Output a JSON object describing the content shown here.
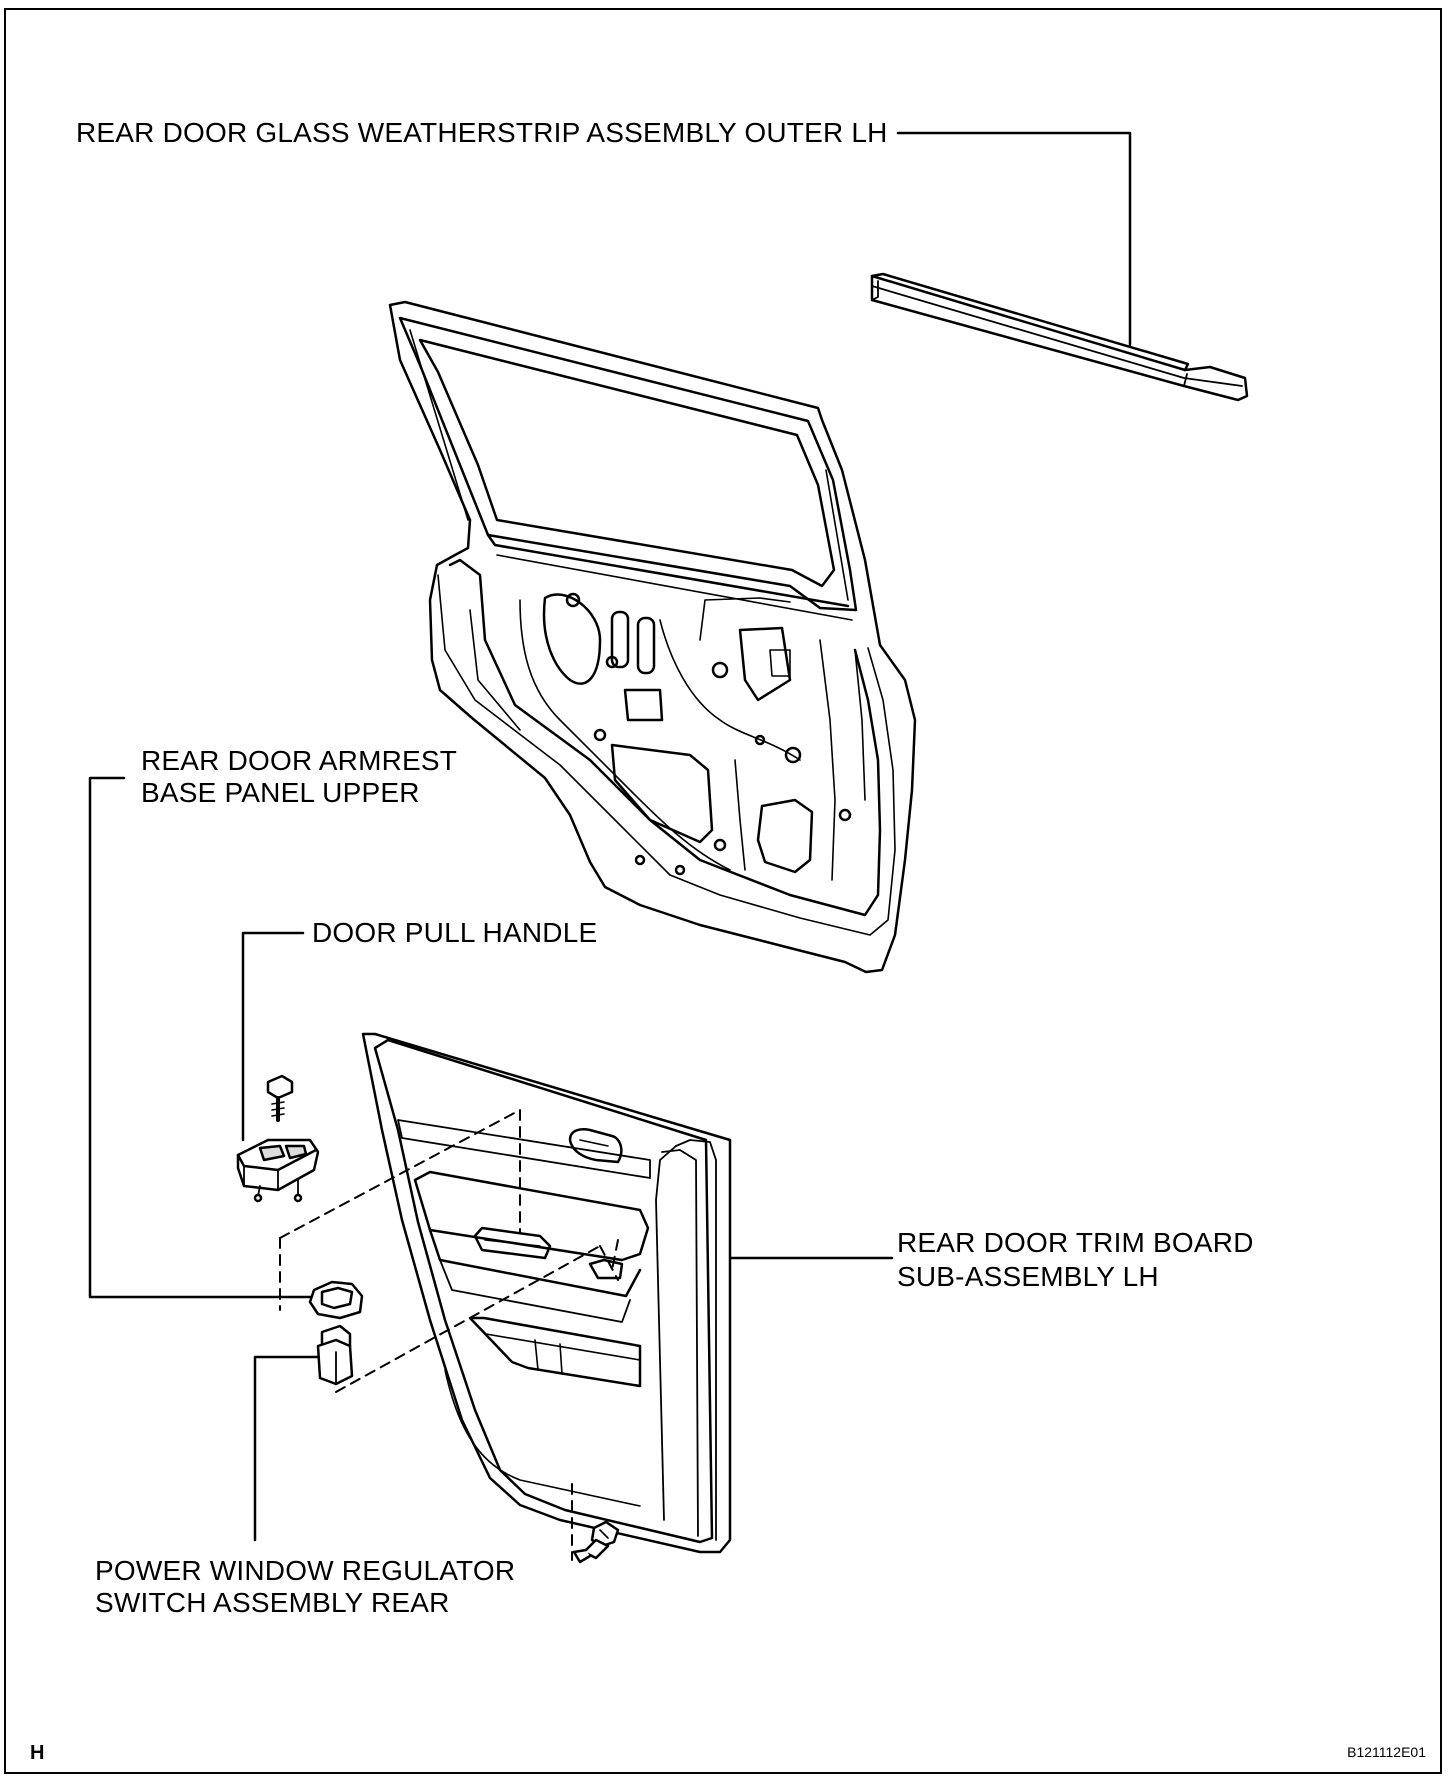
{
  "labels": {
    "weatherstrip": "REAR DOOR GLASS WEATHERSTRIP ASSEMBLY OUTER LH",
    "armrest_line1": "REAR DOOR ARMREST",
    "armrest_line2": "BASE PANEL UPPER",
    "pull_handle": "DOOR PULL HANDLE",
    "trim_line1": "REAR DOOR TRIM BOARD",
    "trim_line2": "SUB-ASSEMBLY LH",
    "switch_line1": "POWER WINDOW REGULATOR",
    "switch_line2": "SWITCH ASSEMBLY REAR"
  },
  "corner_mark": "H",
  "drawing_code": "B121112E01",
  "colors": {
    "ink": "#000000",
    "paper": "#ffffff"
  }
}
